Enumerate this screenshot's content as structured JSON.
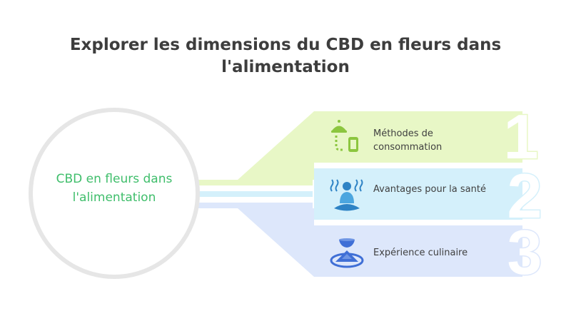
{
  "title": "Explorer les dimensions du CBD en fleurs dans l'alimentation",
  "center": {
    "label": "CBD en fleurs dans l'alimentation"
  },
  "items": [
    {
      "number": "1",
      "label": "Méthodes de consommation",
      "icon": "food-delivery-icon",
      "color": "#e8f7c6",
      "accent": "#8cc63f"
    },
    {
      "number": "2",
      "label": "Avantages pour la santé",
      "icon": "meditation-icon",
      "color": "#d4f0fb",
      "accent": "#2e83c5"
    },
    {
      "number": "3",
      "label": "Expérience culinaire",
      "icon": "culinary-bowl-icon",
      "color": "#dde7fb",
      "accent": "#3f6fd6"
    }
  ]
}
